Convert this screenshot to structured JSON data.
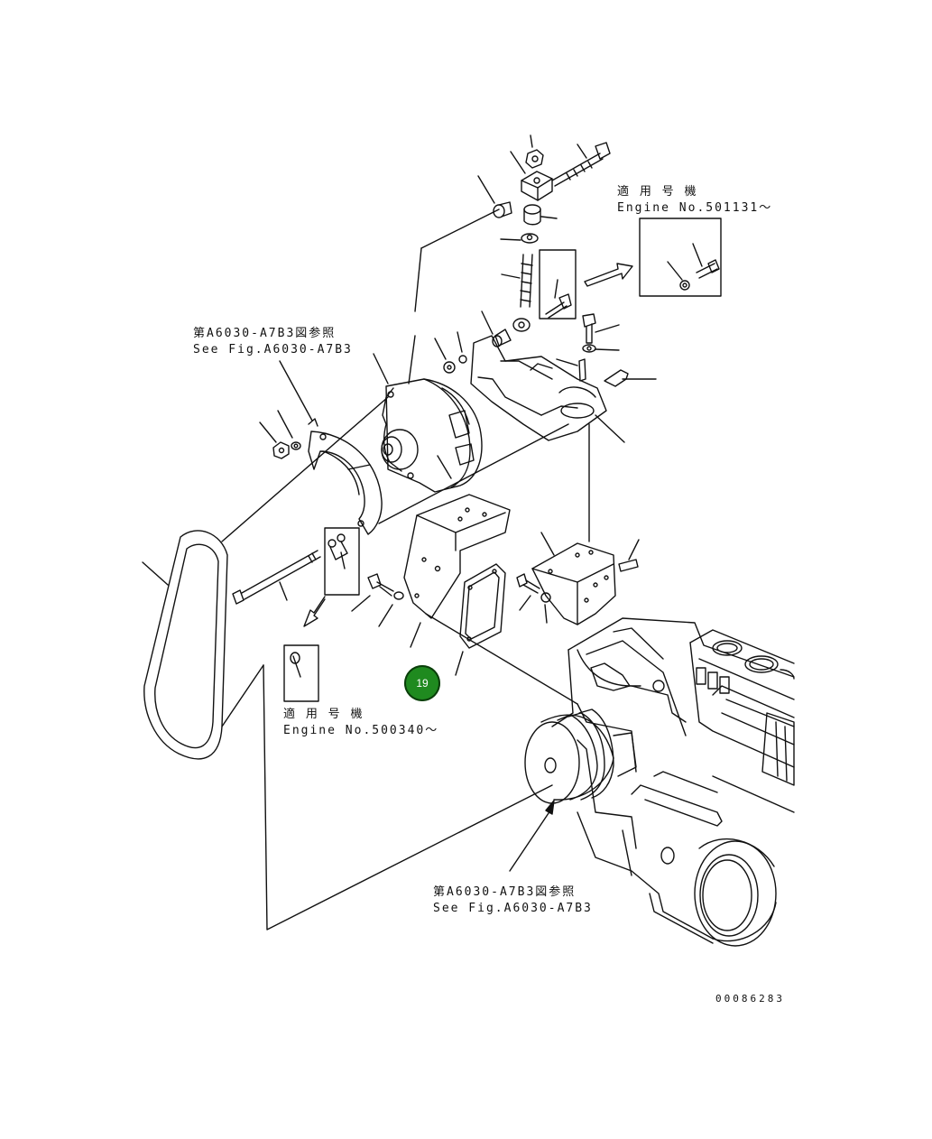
{
  "notes": {
    "top_right_ja": "適 用 号 機",
    "top_right_en": "Engine No.501131～",
    "left_ref_ja": "第A6030-A7B3図参照",
    "left_ref_en": "See Fig.A6030-A7B3",
    "mid_left_ja": "適 用 号 機",
    "mid_left_en": "Engine No.500340～",
    "bottom_ref_ja": "第A6030-A7B3図参照",
    "bottom_ref_en": "See Fig.A6030-A7B3"
  },
  "drawing_number": "00086283",
  "callout": {
    "number": "19",
    "color": "#1f8a1f"
  }
}
